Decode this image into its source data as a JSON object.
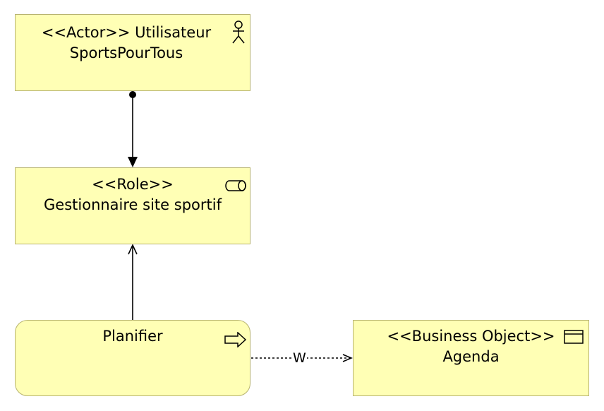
{
  "nodes": {
    "actor": {
      "label": "<<Actor>> Utilisateur SportsPourTous",
      "icon": "actor-icon"
    },
    "role": {
      "label": "<<Role>> Gestionnaire site sportif",
      "icon": "role-icon"
    },
    "process": {
      "label": "Planifier",
      "icon": "process-arrow-icon"
    },
    "object": {
      "label": "<<Business Object>> Agenda",
      "icon": "business-object-icon"
    }
  },
  "edges": [
    {
      "from": "actor",
      "to": "role",
      "type": "assignment"
    },
    {
      "from": "process",
      "to": "role",
      "type": "serving"
    },
    {
      "from": "process",
      "to": "object",
      "type": "access",
      "label": "W"
    }
  ],
  "colors": {
    "node_fill": "#ffffb5",
    "node_border": "#b8b470",
    "line": "#000000"
  }
}
